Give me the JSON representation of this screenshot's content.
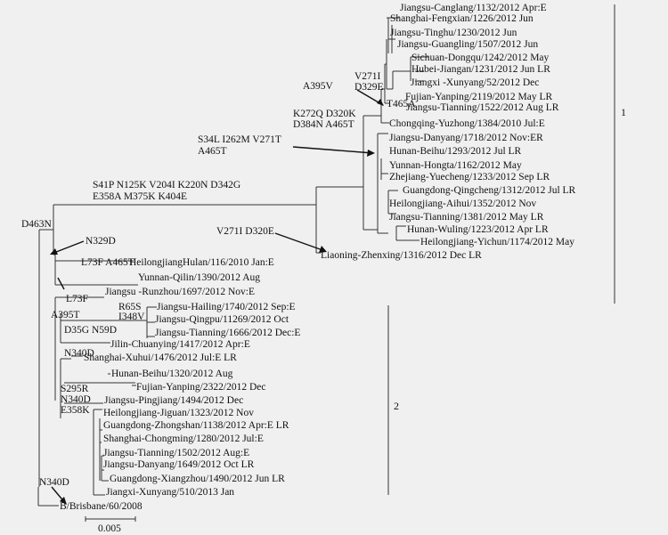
{
  "taxa": {
    "canglang": "Jiangsu-Canglang/1132/2012 Apr:E",
    "fengxian": "Shanghai-Fengxian/1226/2012 Jun",
    "tinghu": "Jiangsu-Tinghu/1230/2012 Jun",
    "guangling": "Jiangsu-Guangling/1507/2012 Jun",
    "dongqu": "Sichuan-Dongqu/1242/2012 May",
    "jiangan": "Hubei-Jiangan/1231/2012 Jun LR",
    "xunyang52": "Jiangxi  -Xunyang/52/2012 Dec",
    "yanping2119": "Fujian-Yanping/2119/2012 May LR",
    "tianning1522": "Jiangsu-Tianning/1522/2012 Aug LR",
    "yuzhong": "Chongqing-Yuzhong/1384/2010 Jul:E",
    "danyang1718": "Jiangsu-Danyang/1718/2012 Nov:ER",
    "beihu1293": "Hunan-Beihu/1293/2012 Jul LR",
    "hongta": "Yunnan-Hongta/1162/2012 May",
    "yuecheng": "Zhejiang-Yuecheng/1233/2012 Sep LR",
    "qingcheng": "Guangdong-Qingcheng/1312/2012 Jul LR",
    "aihui": "Heilongjiang-Aihui/1352/2012 Nov",
    "tianning1381": "Jiangsu-Tianning/1381/2012 May LR",
    "wuling": "Hunan-Wuling/1223/2012 Apr LR",
    "yichun": "Heilongjiang-Yichun/1174/2012 May",
    "zhenxing": "Liaoning-Zhenxing/1316/2012 Dec LR",
    "hulan": "HeilongjiangHulan/116/2010 Jan:E",
    "qilin": "Yunnan-Qilin/1390/2012 Aug",
    "runzhou": "Jiangsu    -Runzhou/1697/2012 Nov:E",
    "hailing": "Jiangsu-Hailing/1740/2012 Sep:E",
    "qingpu": "Jiangsu-Qingpu/11269/2012 Oct",
    "tianning1666": "Jiangsu-Tianning/1666/2012 Dec:E",
    "chuanying": "Jilin-Chuanying/1417/2012 Apr:E",
    "xuhui": "Shanghai-Xuhui/1476/2012 Jul:E LR",
    "beihu1320": "Hunan-Beihu/1320/2012 Aug",
    "yanping2322": "Fujian-Yanping/2322/2012 Dec",
    "pingjiang": "Jiangsu-Pingjiang/1494/2012 Dec",
    "jiguan": "Heilongjiang-Jiguan/1323/2012 Nov",
    "zhongshan": "Guangdong-Zhongshan/1138/2012 Apr:E LR",
    "chongming": "Shanghai-Chongming/1280/2012 Jul:E",
    "tianning1502": "Jiangsu-Tianning/1502/2012 Aug:E",
    "danyang1649": "Jiangsu-Danyang/1649/2012 Oct LR",
    "xiangzhou": "Guangdong-Xiangzhou/1490/2012 Jun LR",
    "xunyang510": "Jiangxi-Xunyang/510/2013 Jan",
    "brisbane": "B/Brisbane/60/2008"
  },
  "mutations": {
    "a395v": "A395V",
    "v271i_d329e_1": "V271I",
    "v271i_d329e_2": "D329E",
    "t465a": "T465A",
    "k272q_1": "K272Q  D320K",
    "k272q_2": "D384N  A465T",
    "s34l_1": "S34L  I262M  V271T",
    "s34l_2": "A465T",
    "s41p_1": "S41P  N125K  V204I   K220N  D342G",
    "s41p_2": "E358A  M375K  K404E",
    "v271i_d320e": "V271I  D320E",
    "d463n": "D463N",
    "n329d": "N329D",
    "l73f_a465t": "L73F  A465T",
    "l73f": "L73F",
    "r65s": "R65S",
    "i348v": "I348V",
    "a395t": "A395T",
    "d35g_n59d": "D35G  N59D",
    "n340d_a": "N340D",
    "s295r": "S295R",
    "n340d_b": "N340D",
    "e358k": "E358K",
    "n340d_c": "N340D"
  },
  "clades": {
    "one": "1",
    "two": "2"
  },
  "scale": {
    "label": "0.005",
    "value": 0.005
  }
}
